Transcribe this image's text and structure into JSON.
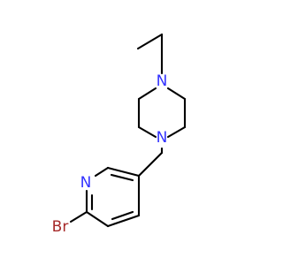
{
  "molecule": {
    "atoms": [
      {
        "id": "N4",
        "label": "N",
        "color": "#3333ff"
      },
      {
        "id": "N1",
        "label": "N",
        "color": "#3333ff"
      },
      {
        "id": "Npy",
        "label": "N",
        "color": "#3333ff"
      },
      {
        "id": "Br",
        "label": "Br",
        "color": "#a62929"
      }
    ]
  }
}
